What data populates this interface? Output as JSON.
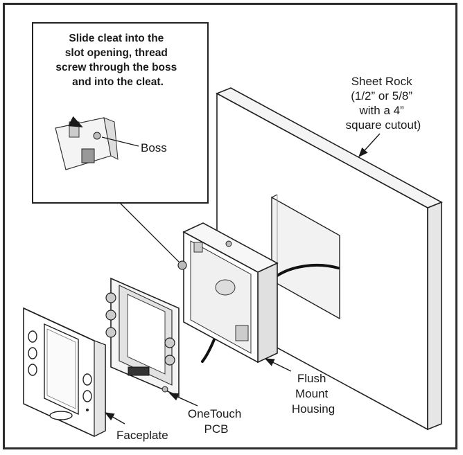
{
  "inset": {
    "instruction_lines": [
      "Slide cleat into the",
      "slot opening, thread",
      "screw through the boss",
      "and into the cleat."
    ],
    "boss_label": "Boss"
  },
  "labels": {
    "sheet_rock_lines": [
      "Sheet Rock",
      "(1/2” or 5/8”",
      "with a 4”",
      "square cutout)"
    ],
    "housing_lines": [
      "Flush",
      "Mount",
      "Housing"
    ],
    "pcb_lines": [
      "OneTouch",
      "PCB"
    ],
    "faceplate": "Faceplate"
  }
}
